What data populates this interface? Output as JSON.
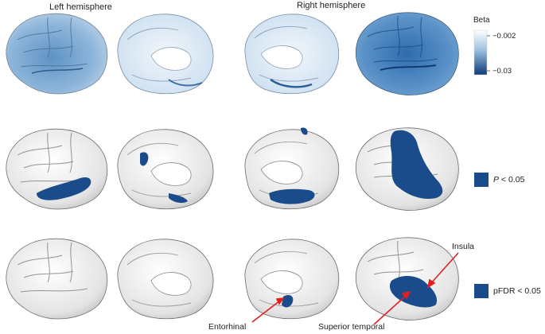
{
  "headers": {
    "left": "Left hemisphere",
    "right": "Right hemisphere"
  },
  "colorbar": {
    "title": "Beta",
    "tick_top": "−0.002",
    "tick_bottom": "−0.03",
    "color_light": "#ffffff",
    "color_dark": "#0d3b7a"
  },
  "legend": {
    "p_symbol": "P",
    "p_text": " < 0.05",
    "fdr_text": "pFDR < 0.05",
    "swatch_color": "#1a4c8b"
  },
  "annotations": {
    "insula": "Insula",
    "entorhinal": "Entorhinal",
    "superior_temporal": "Superior temporal",
    "arrow_color": "#e02020"
  },
  "colors": {
    "brain_base": "#e8e8e8",
    "brain_sulcus": "#7a7a7a",
    "sig_region": "#1a4c8b"
  }
}
